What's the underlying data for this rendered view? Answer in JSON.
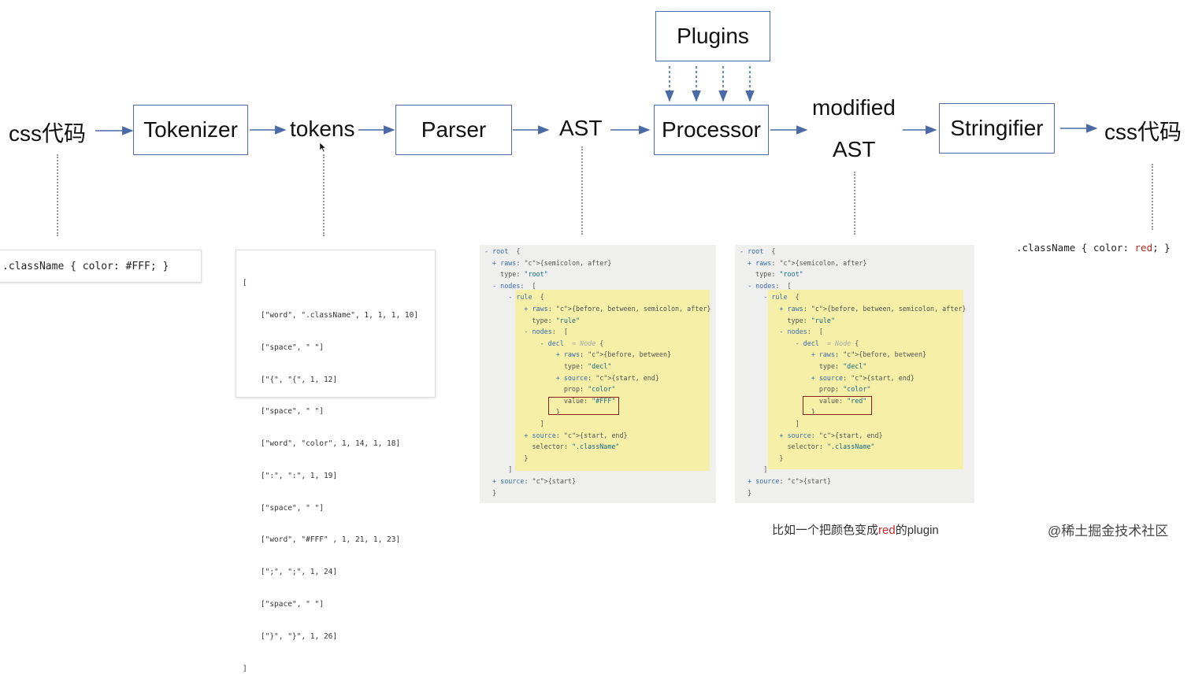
{
  "pipeline": {
    "css_input": "css代码",
    "tokenizer": "Tokenizer",
    "tokens": "tokens",
    "parser": "Parser",
    "ast": "AST",
    "plugins": "Plugins",
    "processor": "Processor",
    "modified_line1": "modified",
    "modified_line2": "AST",
    "stringifier": "Stringifier",
    "css_output": "css代码"
  },
  "input_code": ".className { color: #FFF; }",
  "tokens_lines": [
    "[",
    "    [\"word\", \".className\", 1, 1, 1, 10]",
    "    [\"space\", \" \"]",
    "    [\"{\", \"{\", 1, 12]",
    "    [\"space\", \" \"]",
    "    [\"word\", \"color\", 1, 14, 1, 18]",
    "    [\":\", \":\", 1, 19]",
    "    [\"space\", \" \"]",
    "    [\"word\", \"#FFF\" , 1, 21, 1, 23]",
    "    [\";\", \";\", 1, 24]",
    "    [\"space\", \" \"]",
    "    [\"}\", \"}\", 1, 26]",
    "]"
  ],
  "ast_original": {
    "lines": [
      "- root  {",
      "  + raws: {semicolon, after}",
      "    type: \"root\"",
      "  - nodes:  [",
      "      - rule  {",
      "          + raws: {before, between, semicolon, after}",
      "            type: \"rule\"",
      "          - nodes:  [",
      "              - decl  = Node {",
      "                  + raws: {before, between}",
      "                    type: \"decl\"",
      "                  + source: {start, end}",
      "                    prop: \"color\"",
      "                    value: \"#FFF\"",
      "                  }",
      "              ]",
      "          + source: {start, end}",
      "            selector: \".className\"",
      "          }",
      "      ]",
      "  + source: {start}",
      "  }"
    ]
  },
  "ast_modified": {
    "lines": [
      "- root  {",
      "  + raws: {semicolon, after}",
      "    type: \"root\"",
      "  - nodes:  [",
      "      - rule  {",
      "          + raws: {before, between, semicolon, after}",
      "            type: \"rule\"",
      "          - nodes:  [",
      "              - decl  = Node {",
      "                  + raws: {before, between}",
      "                    type: \"decl\"",
      "                  + source: {start, end}",
      "                    prop: \"color\"",
      "                    value: \"red\"",
      "                  }",
      "              ]",
      "          + source: {start, end}",
      "            selector: \".className\"",
      "          }",
      "      ]",
      "  + source: {start}",
      "  }"
    ]
  },
  "output_code": {
    "before": ".className { color: ",
    "red": "red",
    "after": "; }"
  },
  "caption": {
    "before": "比如一个把颜色变成",
    "red": "red",
    "after": "的plugin"
  },
  "watermark": "@稀土掘金技术社区",
  "colors": {
    "box_border": "#4a6aa8",
    "arrow": "#4a6aa8",
    "highlight": "#f5efa7",
    "panel_bg": "#efefed",
    "value_box": "#8a1f1f",
    "red_text": "#c62828"
  }
}
